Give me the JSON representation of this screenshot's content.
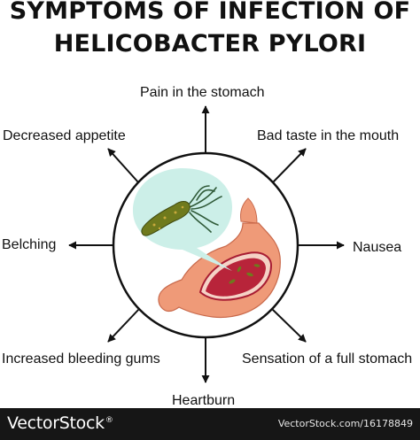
{
  "title": {
    "line1": "SYMPTOMS OF INFECTION OF",
    "line2": "HELICOBACTER PYLORI"
  },
  "symptoms": {
    "top": "Pain in the stomach",
    "top_left": "Decreased appetite",
    "top_right": "Bad taste in the mouth",
    "left": "Belching",
    "right": "Nausea",
    "bottom_left": "Increased bleeding gums",
    "bottom_right": "Sensation of a full stomach",
    "bottom": "Heartburn"
  },
  "footer": {
    "logo": "VectorStock",
    "logo_mark": "®",
    "text": "VectorStock.com/16178849"
  },
  "colors": {
    "stomach": "#ef9a78",
    "stomach_inner": "#b8243a",
    "bubble": "#ccefe8",
    "bacterium": "#6f7a1d",
    "footer_bg": "#161616"
  },
  "icons": [
    "stomach-illustration",
    "bacterium-illustration",
    "arrow-icon"
  ]
}
